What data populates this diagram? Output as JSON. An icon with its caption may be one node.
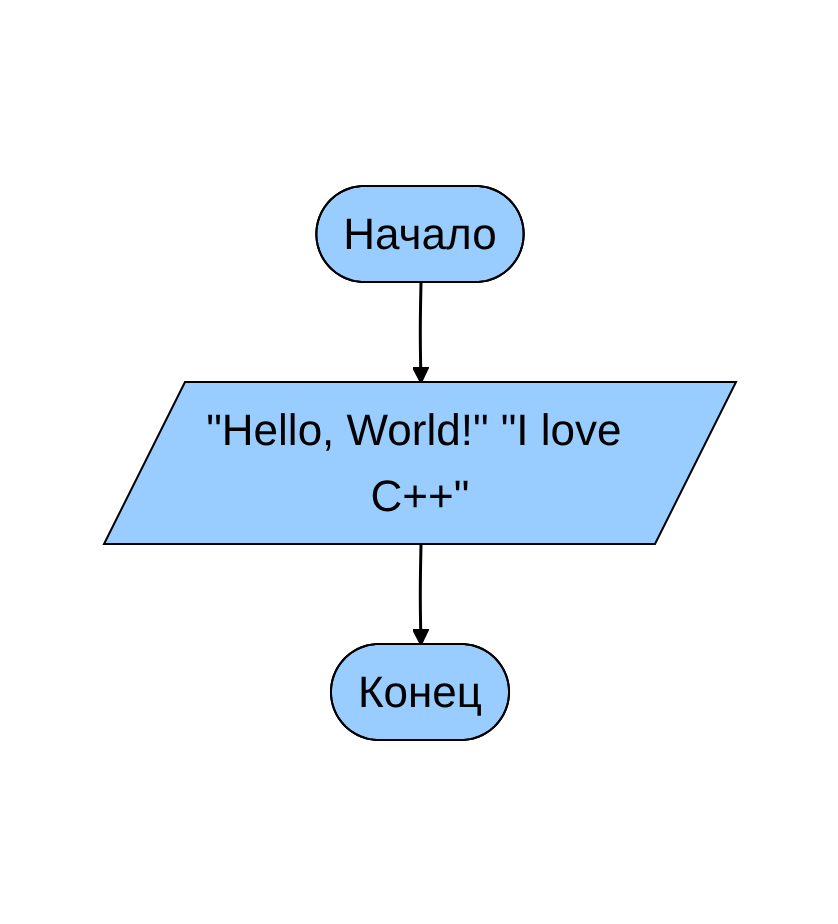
{
  "diagram": {
    "nodes": [
      {
        "text": [
          "Начало"
        ]
      },
      {
        "text": [
          "\"Hello, World!\" \"I love C++\""
        ]
      },
      {
        "text": [
          "Конец"
        ]
      }
    ],
    "edges": [
      {
        "from": 0,
        "to": 1,
        "arrow": "to"
      },
      {
        "from": 1,
        "to": 2,
        "arrow": "to"
      }
    ]
  }
}
